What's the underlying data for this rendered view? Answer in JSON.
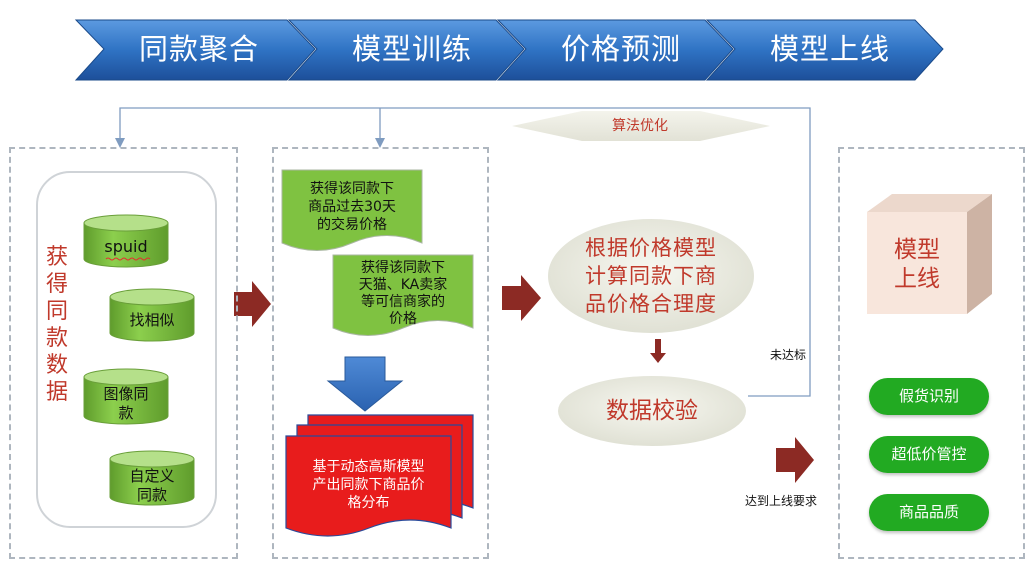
{
  "process_steps": [
    "同款聚合",
    "模型训练",
    "价格预测",
    "模型上线"
  ],
  "algorithm_optimize": "算法优化",
  "panel1": {
    "title_chars": [
      "获",
      "得",
      "同",
      "款",
      "数",
      "据"
    ],
    "sources": [
      {
        "lines": [
          "spuid"
        ]
      },
      {
        "lines": [
          "找相似"
        ]
      },
      {
        "lines": [
          "图像同",
          "款"
        ]
      },
      {
        "lines": [
          "自定义",
          "同款"
        ]
      }
    ]
  },
  "panel2": {
    "doc1_lines": [
      "获得该同款下",
      "商品过去30天",
      "的交易价格"
    ],
    "doc2_lines": [
      "获得该同款下",
      "天猫、KA卖家",
      "等可信商家的",
      "价格"
    ],
    "output_lines": [
      "基于动态高斯模型",
      "产出同款下商品价",
      "格分布"
    ]
  },
  "panel3": {
    "evaluate_lines": [
      "根据价格模型",
      "计算同款下商",
      "品价格合理度"
    ],
    "validate_label": "数据校验",
    "not_met_label": "未达标",
    "met_label": "达到上线要求"
  },
  "panel4": {
    "cube_lines": [
      "模型",
      "上线"
    ],
    "applications": [
      "假货识别",
      "超低价管控",
      "商品品质"
    ]
  },
  "colors": {
    "chevron_blue": "#2f73c4",
    "cylinder_green": "#7fc241",
    "arrow_red": "#8c2a24",
    "text_red": "#c0392b",
    "pill_green": "#22aa22",
    "doc_red": "#e81c1c"
  }
}
